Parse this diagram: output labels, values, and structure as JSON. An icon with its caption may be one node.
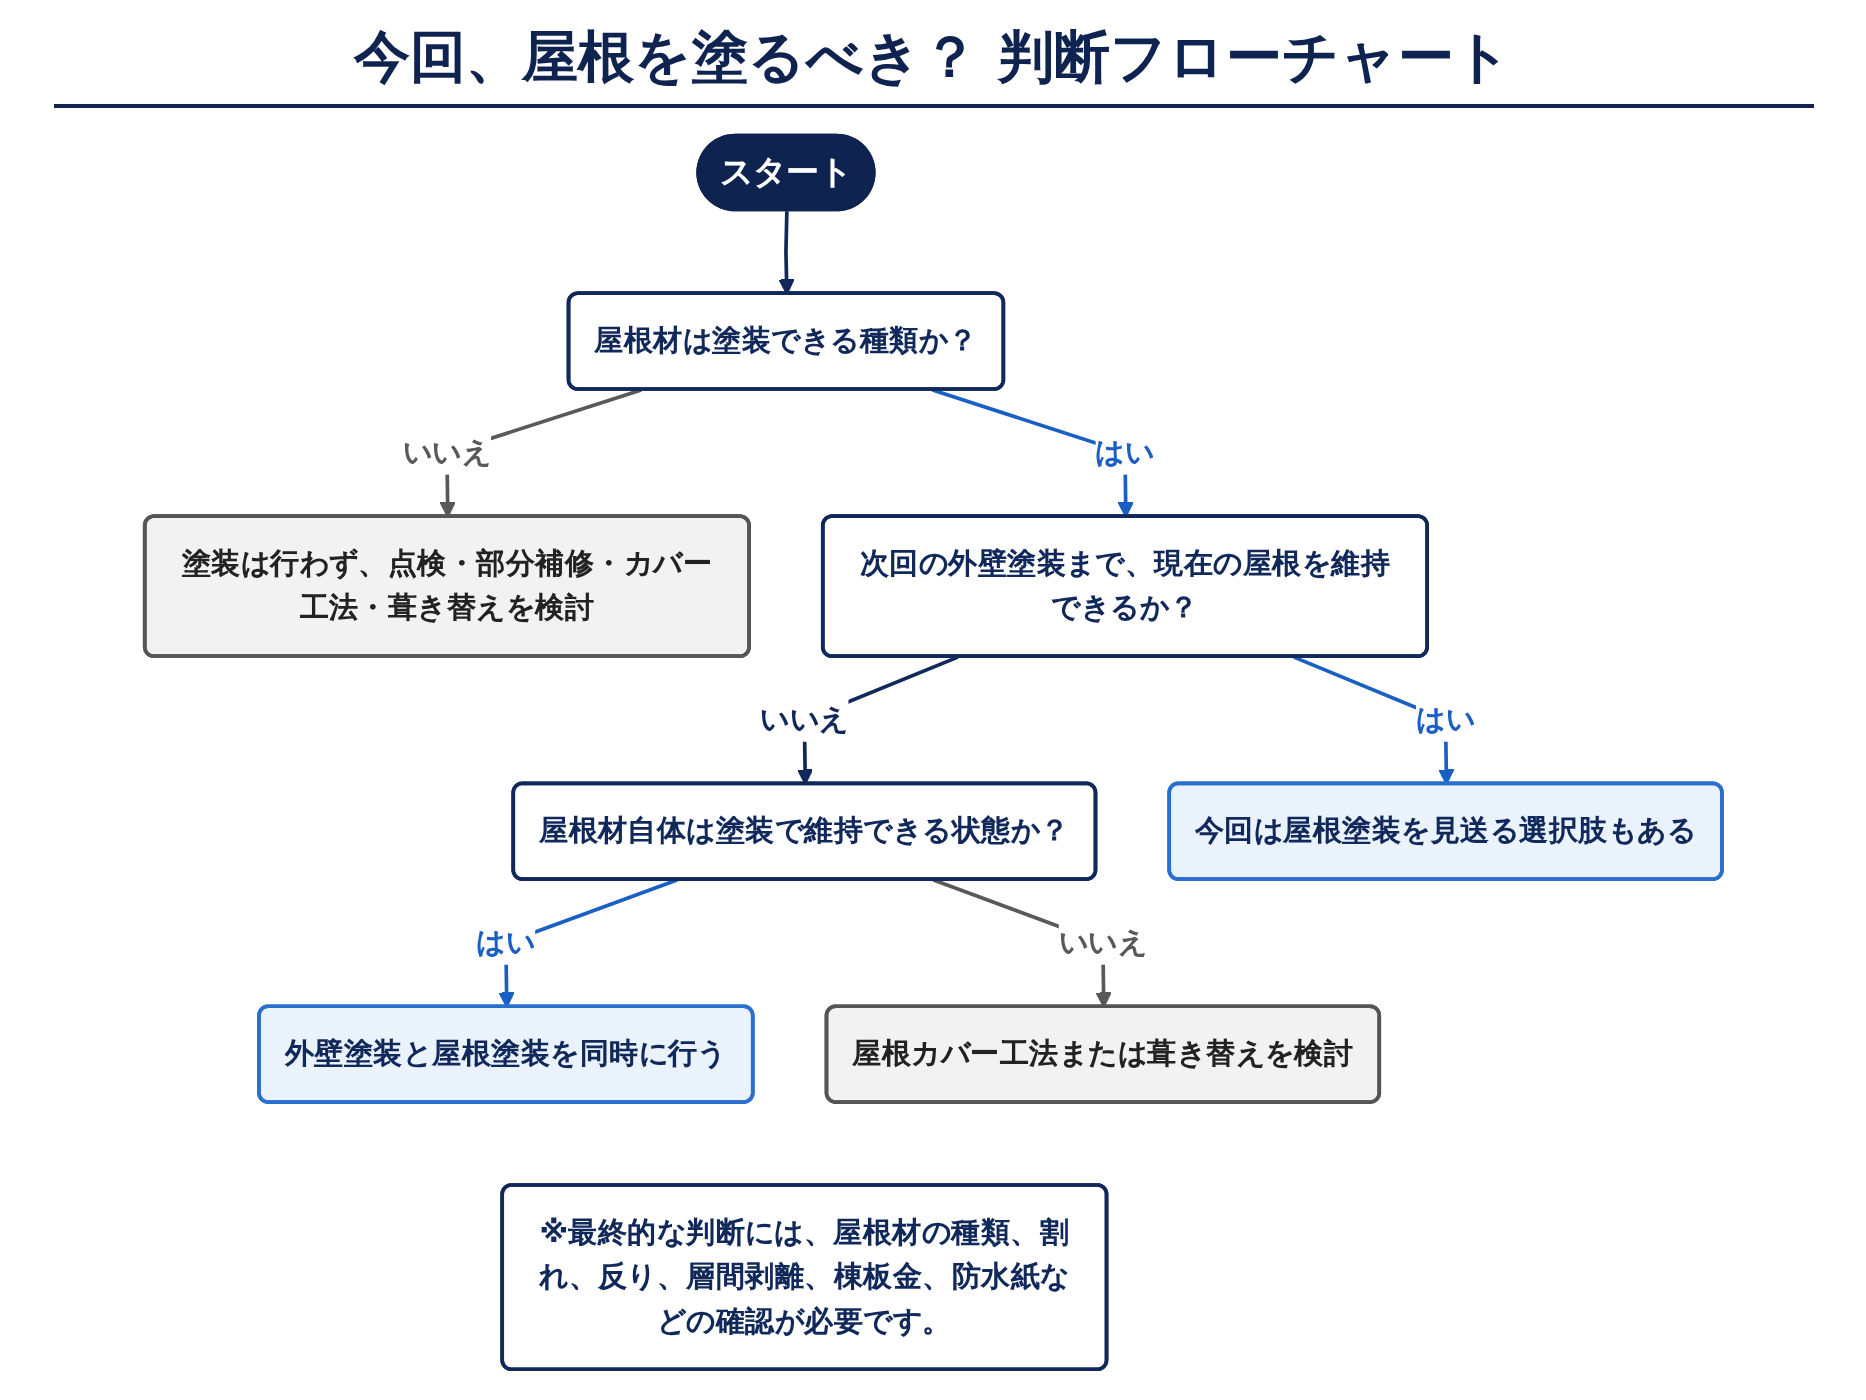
{
  "diagram": {
    "title": "今回、屋根を塗るべき？ 判断フローチャート",
    "nodes": [
      {
        "text": [
          "スタート"
        ]
      },
      {
        "text": [
          "屋根材は塗装できる種類か？"
        ]
      },
      {
        "text": [
          "次回の外壁塗装まで、現在の屋根を維持できるか？"
        ]
      },
      {
        "text": [
          "塗装は行わず、点検・部分補修・カバー工法・葺き替えを検討"
        ]
      },
      {
        "text": [
          "屋根材自体は塗装で維持できる状態か？"
        ]
      },
      {
        "text": [
          "今回は屋根塗装を見送る選択肢もある"
        ]
      },
      {
        "text": [
          "外壁塗装と屋根塗装を同時に行う"
        ]
      },
      {
        "text": [
          "屋根カバー工法または葺き替えを検討"
        ]
      },
      {
        "text": [
          "※最終的な判断には、屋根材の種類、割れ、反り、層間剥離、棟板金、防水紙などの確認が必要です。"
        ]
      }
    ],
    "edges": [
      {
        "from": 0,
        "to": 1,
        "arrow": "to",
        "color": "#10285a"
      },
      {
        "from": 1,
        "to": 3,
        "arrow": "to",
        "label": "いいえ",
        "color": "#595959"
      },
      {
        "from": 1,
        "to": 2,
        "arrow": "to",
        "label": "はい"
      },
      {
        "from": 2,
        "to": 5,
        "arrow": "to",
        "label": "はい"
      },
      {
        "from": 2,
        "to": 4,
        "arrow": "to",
        "label": "いいえ",
        "color": "#10285a"
      },
      {
        "from": 4,
        "to": 6,
        "arrow": "to",
        "label": "はい"
      },
      {
        "from": 4,
        "to": 7,
        "arrow": "to",
        "label": "いいえ",
        "color": "#595959"
      }
    ]
  }
}
